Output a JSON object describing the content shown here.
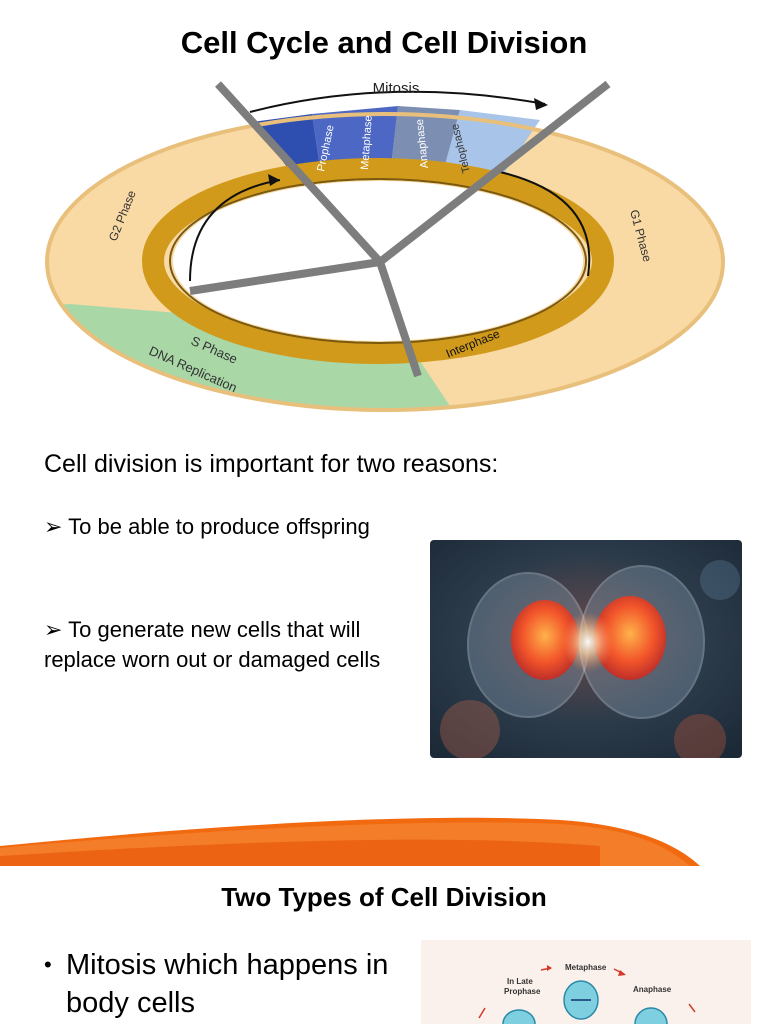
{
  "slide1": {
    "title": "Cell Cycle and Cell Division",
    "diagram": {
      "mitosis": "Mitosis",
      "prophase": "Prophase",
      "metaphase": "Metaphase",
      "anaphase": "Anaphase",
      "telophase": "Telophase",
      "g1": "G1 Phase",
      "g2": "G2 Phase",
      "s_phase": "S Phase",
      "dna_replication": "DNA Replication",
      "interphase": "Interphase",
      "colors": {
        "g_phase": "#f9d9a4",
        "s_phase": "#a9d7a6",
        "ring": "#d19a1b",
        "prophase": "#2f4fb0",
        "metaphase": "#4d68c4",
        "anaphase": "#7c8fb2",
        "telophase": "#a8c4e8"
      }
    },
    "intro": "Cell division is important for two reasons:",
    "bullets": [
      "➢ To be able to produce offspring",
      "➢ To generate new cells that will replace worn out or damaged cells"
    ]
  },
  "slide2": {
    "title": "Two Types of Cell Division",
    "bullet": "Mitosis which happens in body cells",
    "bullet_marker": "•",
    "thumb": {
      "late_prophase_1": "In Late",
      "late_prophase_2": "Prophase",
      "metaphase": "Metaphase",
      "anaphase": "Anaphase"
    }
  },
  "accent": "#f26a10"
}
